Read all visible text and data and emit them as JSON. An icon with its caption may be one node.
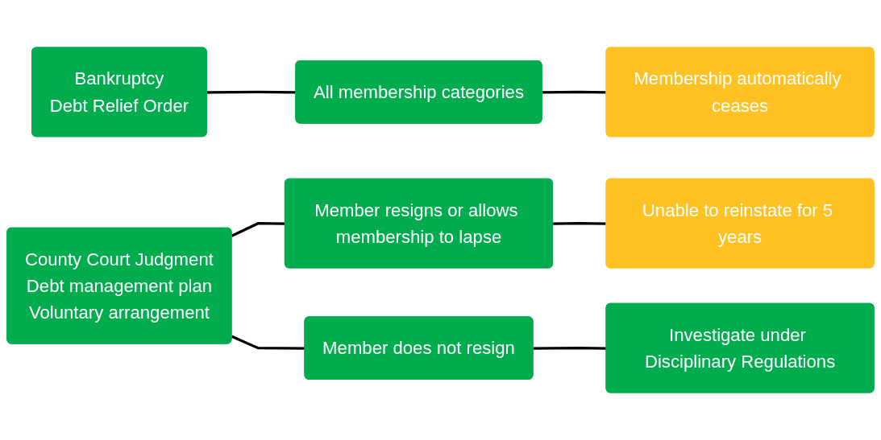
{
  "diagram": {
    "nodes": [
      {
        "text": [
          "Bankruptcy",
          "Debt Relief Order"
        ]
      },
      {
        "text": [
          "All membership categories"
        ]
      },
      {
        "text": [
          "Membership automatically ceases"
        ]
      },
      {
        "text": [
          "County Court Judgment",
          "Debt management plan",
          "Voluntary arrangement"
        ]
      },
      {
        "text": [
          "Member resigns or allows membership to lapse"
        ]
      },
      {
        "text": [
          "Unable to reinstate for 5 years"
        ]
      },
      {
        "text": [
          "Member does not resign"
        ]
      },
      {
        "text": [
          "Investigate under Disciplinary Regulations"
        ]
      }
    ],
    "edges": [
      {
        "from": 0,
        "to": 1,
        "arrow": "none"
      },
      {
        "from": 1,
        "to": 2,
        "arrow": "none"
      },
      {
        "from": 3,
        "to": 4,
        "arrow": "none"
      },
      {
        "from": 3,
        "to": 6,
        "arrow": "none"
      },
      {
        "from": 4,
        "to": 5,
        "arrow": "none"
      },
      {
        "from": 6,
        "to": 7,
        "arrow": "none"
      }
    ]
  }
}
